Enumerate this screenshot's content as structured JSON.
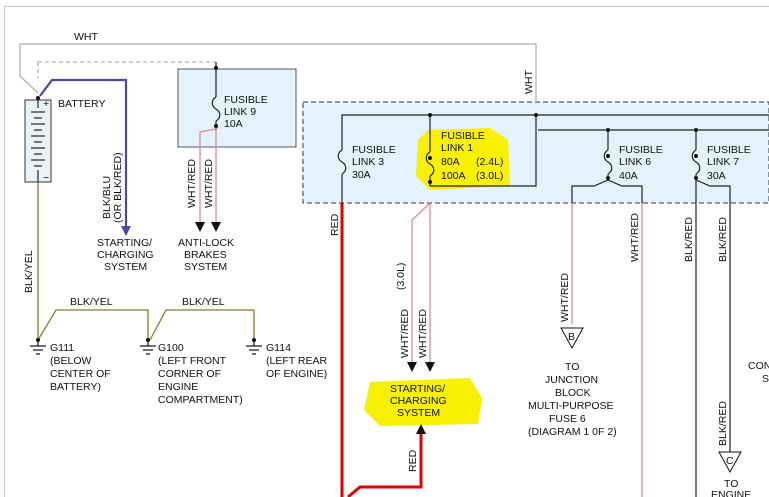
{
  "wire_labels": {
    "top_wht": "WHT",
    "vert_wht": "WHT",
    "blk_blu": "BLK/BLU",
    "blk_red_alt": "(OR BLK/RED)",
    "whtred_a": "WHT/RED",
    "whtred_b": "WHT/RED",
    "red_left": "RED",
    "variant_30l": "(3.0L)",
    "whtred_c": "WHT/RED",
    "whtred_d": "WHT/RED",
    "whtred_e": "WHT/RED",
    "wht_red_f6": "WHT/RED",
    "blk_red_a": "BLK/RED",
    "blk_red_b": "BLK/RED",
    "blk_red_c": "BLK/RED",
    "blk_yel_vert": "BLK/YEL",
    "blk_yel_a": "BLK/YEL",
    "blk_yel_b": "BLK/YEL",
    "red_bottom": "RED"
  },
  "battery": {
    "label": "BATTERY",
    "plus": "+",
    "minus": "−"
  },
  "fusible_links": {
    "link9": {
      "l1": "FUSIBLE",
      "l2": "LINK 9",
      "l3": "10A"
    },
    "link3": {
      "l1": "FUSIBLE",
      "l2": "LINK 3",
      "l3": "30A"
    },
    "link1": {
      "l1": "FUSIBLE",
      "l2": "LINK 1",
      "l3a": "80A",
      "l3b": "(2.4L)",
      "l4a": "100A",
      "l4b": "(3.0L)"
    },
    "link6": {
      "l1": "FUSIBLE",
      "l2": "LINK 6",
      "l3": "40A"
    },
    "link7": {
      "l1": "FUSIBLE",
      "l2": "LINK 7",
      "l3": "30A"
    }
  },
  "destinations": {
    "starting_charging_left": [
      "STARTING/",
      "CHARGING",
      "SYSTEM"
    ],
    "anti_lock": [
      "ANTI-LOCK",
      "BRAKES",
      "SYSTEM"
    ],
    "starting_charging_mid": [
      "STARTING/",
      "CHARGING",
      "SYSTEM"
    ],
    "junction_block": [
      "TO",
      "JUNCTION",
      "BLOCK",
      "MULTI-PURPOSE",
      "FUSE 6",
      "(DIAGRAM 1 0F 2)"
    ],
    "to_engine": [
      "TO",
      "ENGINE"
    ],
    "right_cut_1": "CON",
    "right_cut_2": "S"
  },
  "connectors": {
    "b": "B",
    "c": "C"
  },
  "grounds": {
    "g111": {
      "id": "G111",
      "lines": [
        "(BELOW",
        "CENTER OF",
        "BATTERY)"
      ]
    },
    "g100": {
      "id": "G100",
      "lines": [
        "(LEFT FRONT",
        "CORNER OF",
        "ENGINE",
        "COMPARTMENT)"
      ]
    },
    "g114": {
      "id": "G114",
      "lines": [
        "(LEFT REAR",
        "OF ENGINE)"
      ]
    }
  },
  "colors": {
    "highlight": "#f7f000",
    "fuse_box_fill": "#e3f2fb",
    "red_wire": "#e00000",
    "pink_wire": "#e58a8a",
    "gray_wire": "#b0b0b0",
    "blue_wire": "#4a4aa0"
  }
}
